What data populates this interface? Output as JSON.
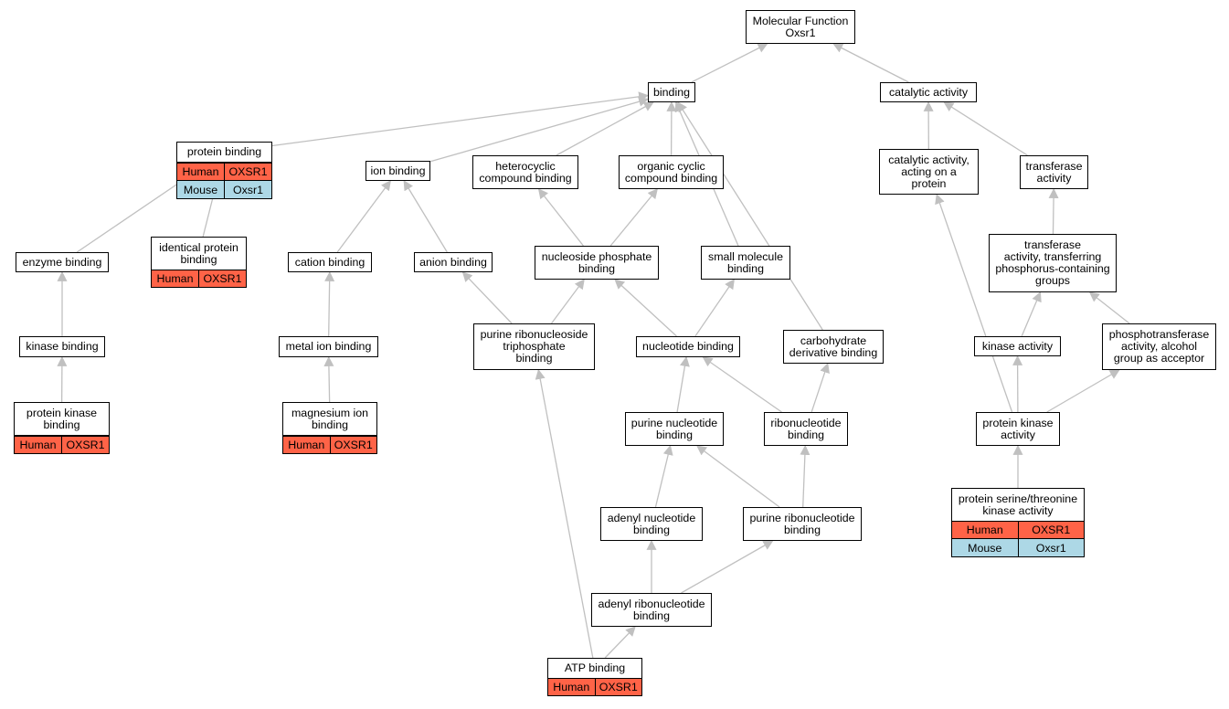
{
  "colors": {
    "human": "#ff6347",
    "mouse": "#add8e6",
    "edge": "#c0c0c0",
    "node_border": "#000000"
  },
  "nodes": {
    "mf_oxsr1": {
      "label": "Molecular Function\nOxsr1"
    },
    "binding": {
      "label": "binding"
    },
    "catalytic_activity": {
      "label": "catalytic activity"
    },
    "protein_binding": {
      "label": "protein binding",
      "annotations": [
        [
          "Human",
          "OXSR1"
        ],
        [
          "Mouse",
          "Oxsr1"
        ]
      ]
    },
    "ion_binding": {
      "label": "ion binding"
    },
    "heterocyclic": {
      "label": "heterocyclic\ncompound binding"
    },
    "organic_cyclic": {
      "label": "organic cyclic\ncompound binding"
    },
    "cat_on_protein": {
      "label": "catalytic activity,\nacting on a\nprotein"
    },
    "transferase": {
      "label": "transferase\nactivity"
    },
    "enzyme_binding": {
      "label": "enzyme binding"
    },
    "identical_protein": {
      "label": "identical protein\nbinding",
      "annotations": [
        [
          "Human",
          "OXSR1"
        ]
      ]
    },
    "cation_binding": {
      "label": "cation binding"
    },
    "anion_binding": {
      "label": "anion binding"
    },
    "nucleoside_phosphate": {
      "label": "nucleoside phosphate\nbinding"
    },
    "small_molecule": {
      "label": "small molecule\nbinding"
    },
    "transferase_phos": {
      "label": "transferase\nactivity, transferring\nphosphorus-containing\ngroups"
    },
    "kinase_binding": {
      "label": "kinase binding"
    },
    "metal_ion": {
      "label": "metal ion binding"
    },
    "purine_rn_triphosphate": {
      "label": "purine ribonucleoside\ntriphosphate\nbinding"
    },
    "nucleotide_binding": {
      "label": "nucleotide binding"
    },
    "carbohydrate_deriv": {
      "label": "carbohydrate\nderivative binding"
    },
    "kinase_activity": {
      "label": "kinase activity"
    },
    "phosphotransferase": {
      "label": "phosphotransferase\nactivity, alcohol\ngroup as acceptor"
    },
    "protein_kinase_binding": {
      "label": "protein kinase\nbinding",
      "annotations": [
        [
          "Human",
          "OXSR1"
        ]
      ]
    },
    "magnesium_ion": {
      "label": "magnesium ion\nbinding",
      "annotations": [
        [
          "Human",
          "OXSR1"
        ]
      ]
    },
    "purine_nucleotide": {
      "label": "purine nucleotide\nbinding"
    },
    "ribonucleotide": {
      "label": "ribonucleotide\nbinding"
    },
    "protein_kinase_activity": {
      "label": "protein kinase\nactivity"
    },
    "adenyl_nucleotide": {
      "label": "adenyl nucleotide\nbinding"
    },
    "purine_ribonucleotide": {
      "label": "purine ribonucleotide\nbinding"
    },
    "ser_thr_kinase": {
      "label": "protein serine/threonine\nkinase activity",
      "annotations": [
        [
          "Human",
          "OXSR1"
        ],
        [
          "Mouse",
          "Oxsr1"
        ]
      ]
    },
    "adenyl_ribonucleotide": {
      "label": "adenyl ribonucleotide\nbinding"
    },
    "atp_binding": {
      "label": "ATP binding",
      "annotations": [
        [
          "Human",
          "OXSR1"
        ]
      ]
    }
  },
  "edges": [
    [
      "binding",
      "mf_oxsr1"
    ],
    [
      "catalytic_activity",
      "mf_oxsr1"
    ],
    [
      "protein_binding",
      "binding"
    ],
    [
      "ion_binding",
      "binding"
    ],
    [
      "heterocyclic",
      "binding"
    ],
    [
      "organic_cyclic",
      "binding"
    ],
    [
      "small_molecule",
      "binding"
    ],
    [
      "carbohydrate_deriv",
      "binding"
    ],
    [
      "cat_on_protein",
      "catalytic_activity"
    ],
    [
      "transferase",
      "catalytic_activity"
    ],
    [
      "enzyme_binding",
      "protein_binding"
    ],
    [
      "identical_protein",
      "protein_binding"
    ],
    [
      "cation_binding",
      "ion_binding"
    ],
    [
      "anion_binding",
      "ion_binding"
    ],
    [
      "nucleoside_phosphate",
      "heterocyclic"
    ],
    [
      "nucleoside_phosphate",
      "organic_cyclic"
    ],
    [
      "transferase_phos",
      "transferase"
    ],
    [
      "kinase_binding",
      "enzyme_binding"
    ],
    [
      "metal_ion",
      "cation_binding"
    ],
    [
      "purine_rn_triphosphate",
      "anion_binding"
    ],
    [
      "purine_rn_triphosphate",
      "nucleoside_phosphate"
    ],
    [
      "nucleotide_binding",
      "nucleoside_phosphate"
    ],
    [
      "nucleotide_binding",
      "small_molecule"
    ],
    [
      "kinase_activity",
      "transferase_phos"
    ],
    [
      "phosphotransferase",
      "transferase_phos"
    ],
    [
      "protein_kinase_binding",
      "kinase_binding"
    ],
    [
      "magnesium_ion",
      "metal_ion"
    ],
    [
      "purine_nucleotide",
      "nucleotide_binding"
    ],
    [
      "ribonucleotide",
      "nucleotide_binding"
    ],
    [
      "ribonucleotide",
      "carbohydrate_deriv"
    ],
    [
      "protein_kinase_activity",
      "cat_on_protein"
    ],
    [
      "protein_kinase_activity",
      "kinase_activity"
    ],
    [
      "protein_kinase_activity",
      "phosphotransferase"
    ],
    [
      "adenyl_nucleotide",
      "purine_nucleotide"
    ],
    [
      "purine_ribonucleotide",
      "purine_nucleotide"
    ],
    [
      "purine_ribonucleotide",
      "ribonucleotide"
    ],
    [
      "ser_thr_kinase",
      "protein_kinase_activity"
    ],
    [
      "adenyl_ribonucleotide",
      "adenyl_nucleotide"
    ],
    [
      "adenyl_ribonucleotide",
      "purine_ribonucleotide"
    ],
    [
      "atp_binding",
      "adenyl_ribonucleotide"
    ],
    [
      "atp_binding",
      "purine_rn_triphosphate"
    ]
  ]
}
